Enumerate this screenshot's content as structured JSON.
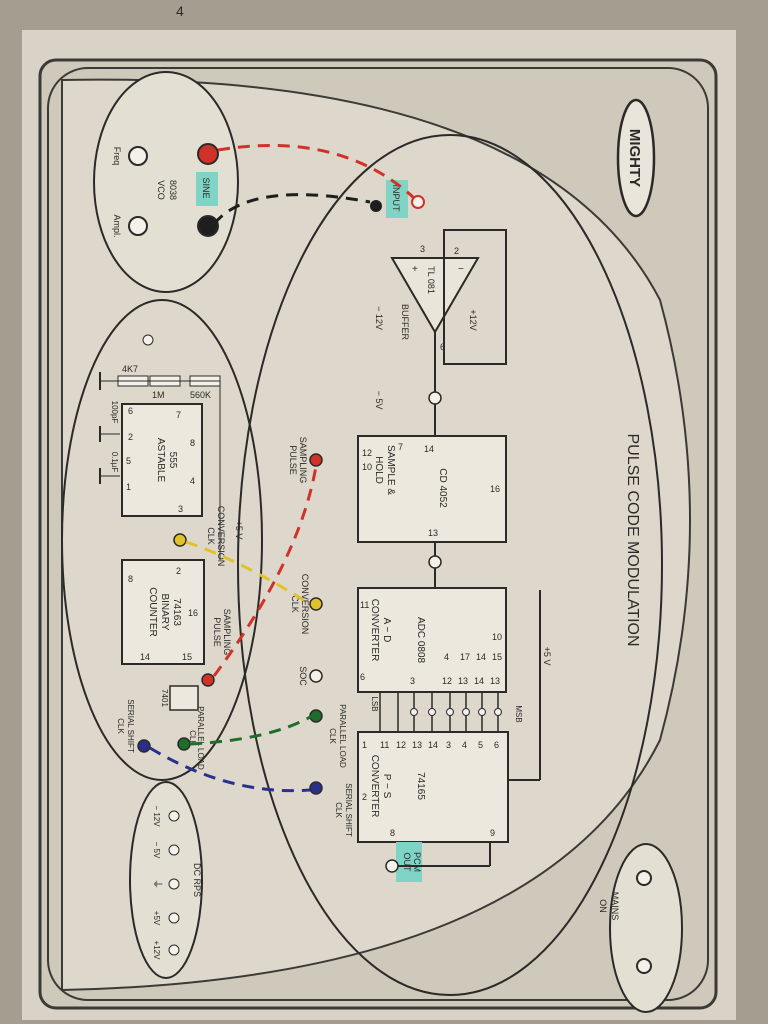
{
  "page": {
    "corner_mark": "4"
  },
  "brand": {
    "name": "MIGHTY"
  },
  "title": "PULSE CODE MODULATION",
  "vco": {
    "chip": "8038",
    "name": "VCO",
    "sine": "SINE",
    "freq": "Freq",
    "ampl": "Ampl."
  },
  "buffer": {
    "input": "INPUT",
    "chip": "TL 081",
    "name": "BUFFER",
    "pin2": "2",
    "pin3": "3",
    "pin6": "6",
    "minus": "−",
    "plus": "+",
    "vplus": "+12V",
    "vminus": "− 12V"
  },
  "sample_hold": {
    "chip": "CD 4052",
    "name": "SAMPLE &",
    "name2": "HOLD",
    "pin14": "14",
    "pin16": "16",
    "pin13": "13",
    "pin7": "7",
    "pin12": "12",
    "pin10": "10",
    "neg_supply": "− 5V",
    "sampling_pulse": "SAMPLING",
    "sampling_pulse2": "PULSE"
  },
  "adc": {
    "chip": "ADC 0808",
    "name": "A − D",
    "name2": "CONVERTER",
    "pins_top": [
      "10",
      "15",
      "14",
      "17",
      "4"
    ],
    "pins_bottom": [
      "13",
      "14",
      "13",
      "12",
      "3"
    ],
    "pin11": "11",
    "pin6": "6",
    "supply": "+5 V",
    "conv_clk": "CONVERSION",
    "conv_clk2": "CLK",
    "soc": "SOC",
    "lsb": "LSB",
    "msb": "MSB"
  },
  "shift": {
    "chip": "74165",
    "name": "P − S",
    "name2": "CONVERTER",
    "pins_top": [
      "6",
      "5",
      "4",
      "3"
    ],
    "pins_bottom": [
      "14",
      "13",
      "12",
      "11"
    ],
    "pin9": "9",
    "pin8": "8",
    "pin1": "1",
    "pin2": "2",
    "parallel_load": "PARALLEL LOAD",
    "parallel_load2": "CLK",
    "serial_shift": "SERIAL SHIFT",
    "serial_shift2": "CLK",
    "pcm_out": "PCM",
    "pcm_out2": "OUT"
  },
  "astable": {
    "chip": "555",
    "name": "ASTABLE",
    "r1": "4K7",
    "r2": "1M",
    "r3": "560K",
    "c1": "100pF",
    "c2": "0.1µF",
    "pins": [
      "7",
      "6",
      "2",
      "8",
      "4",
      "3",
      "5",
      "1"
    ],
    "supply": "+5 V",
    "conv_clk": "CONVERSION",
    "conv_clk2": "CLK"
  },
  "counter": {
    "chip": "74163",
    "name": "BINARY",
    "name2": "COUNTER",
    "pins": [
      "2",
      "8",
      "16",
      "15",
      "14"
    ],
    "gate": "7401",
    "sampling": "SAMPLING",
    "sampling2": "PULSE",
    "parallel_load": "PARALLEL LOAD",
    "parallel_load2": "CLK",
    "serial_shift": "SERIAL SHIFT",
    "serial_shift2": "CLK"
  },
  "dc_rps": {
    "title": "DC RPS",
    "labels": [
      "− 12V",
      "− 5V",
      "⏚",
      "+5V",
      "+12V"
    ]
  },
  "mains": {
    "label": "MAINS",
    "on": "ON"
  },
  "wire_colors": {
    "red": "#d0322a",
    "black": "#1e1e1e",
    "yellow": "#e0c22a",
    "green": "#1f6d2a",
    "blue": "#2b2f8c"
  }
}
